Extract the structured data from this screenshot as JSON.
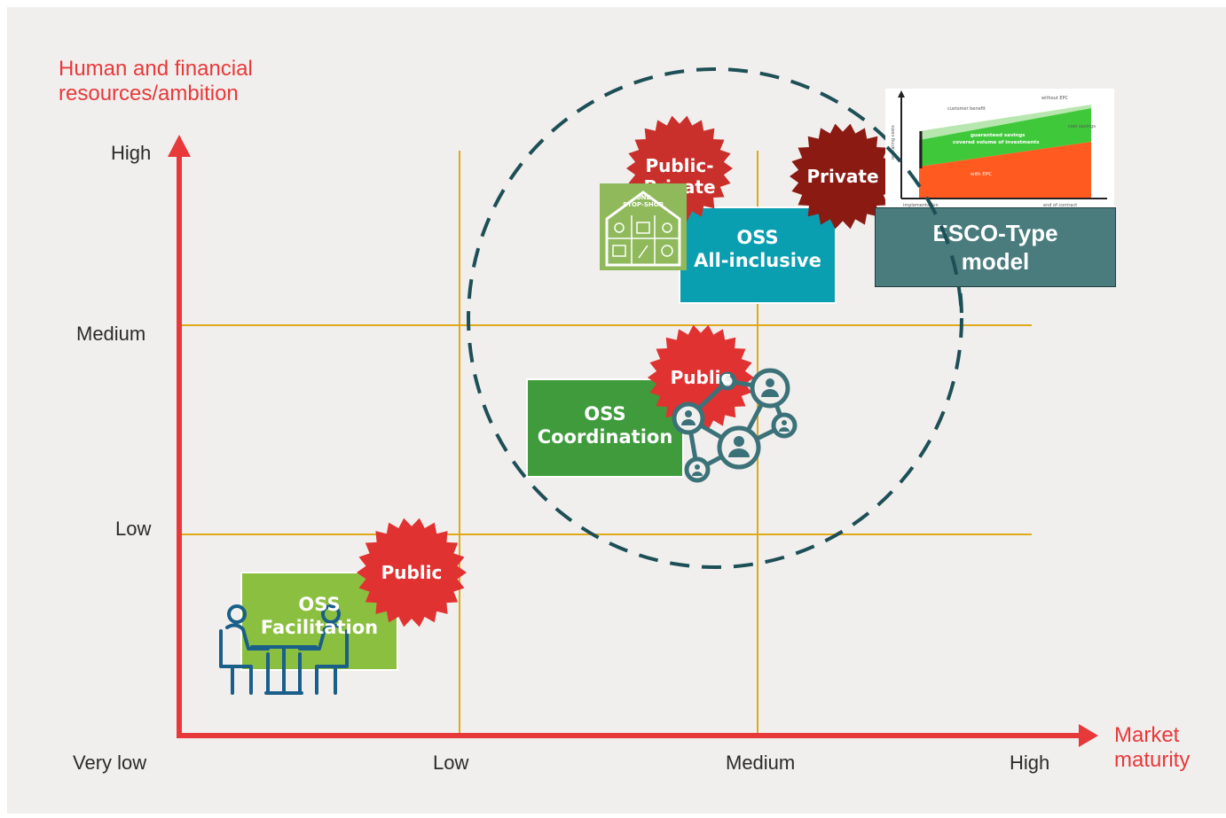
{
  "y_axis_title": "Human and financial\nresources/ambition",
  "x_axis_title": "Market\nmaturity",
  "y_levels": [
    "High",
    "Medium",
    "Low"
  ],
  "x_levels": [
    "Very low",
    "Low",
    "Medium",
    "High"
  ],
  "boxes": {
    "facilitation": {
      "line1": "OSS",
      "line2": "Facilitation"
    },
    "coordination": {
      "line1": "OSS",
      "line2": "Coordination"
    },
    "all_inclusive": {
      "line1": "OSS",
      "line2": "All-inclusive"
    }
  },
  "badges": {
    "public_low": "Public",
    "public_mid": "Public",
    "public_private": "Public-\nPrivate",
    "private": "Private"
  },
  "esco": {
    "line1": "ESCO-Type",
    "line2": "model"
  },
  "esco_chart": {
    "labels": {
      "without_epc": "without EPC",
      "customer_benefit": "customer benefit",
      "guaranteed": "guaranteed savings",
      "covered": "covered volume of investments",
      "cost_savings": "cost savings",
      "with_epc": "with EPC",
      "operating_costs": "operating costs",
      "implementation": "implementation",
      "end_of_contract": "end of contract"
    }
  },
  "oss_logo": {
    "line1": "ONE",
    "line2": "STOP-SHOP"
  },
  "colors": {
    "axis": "#e8393a",
    "grid": "#e0a91a",
    "background": "#f1efee",
    "green_light": "#8bbf3f",
    "green": "#3f9b3c",
    "teal": "#0a9eb1",
    "badge_red": "#e13232",
    "badge_dark": "#8b1a13",
    "network": "#3b7279",
    "dashed": "#1d4f56"
  },
  "icons": [
    "meeting-people-icon",
    "network-people-icon",
    "one-stop-shop-icon"
  ]
}
